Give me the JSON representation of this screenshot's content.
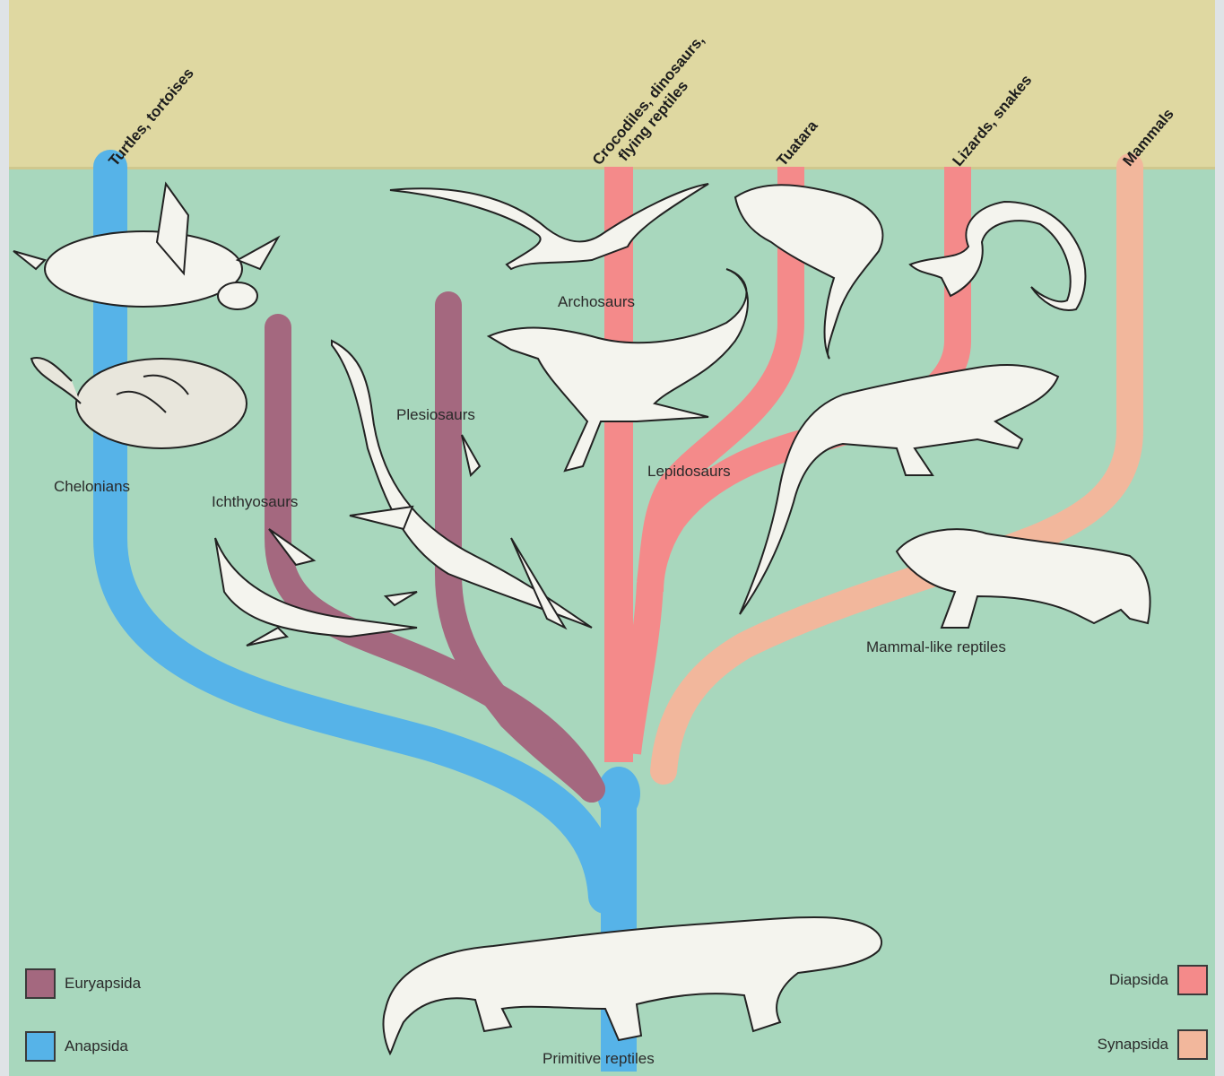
{
  "top_labels": {
    "turtles": "Turtles, tortoises",
    "crocodiles_line1": "Crocodiles, dinosaurs,",
    "crocodiles_line2": "flying reptiles",
    "tuatara": "Tuatara",
    "lizards": "Lizards, snakes",
    "mammals": "Mammals"
  },
  "groups": {
    "chelonians": "Chelonians",
    "ichthyosaurs": "Ichthyosaurs",
    "plesiosaurs": "Plesiosaurs",
    "archosaurs": "Archosaurs",
    "lepidosaurs": "Lepidosaurs",
    "mammal_like": "Mammal-like reptiles",
    "primitive": "Primitive reptiles"
  },
  "legend": {
    "euryapsida": "Euryapsida",
    "anapsida": "Anapsida",
    "diapsida": "Diapsida",
    "synapsida": "Synapsida"
  },
  "colors": {
    "anapsida": "#56b3e8",
    "euryapsida": "#a4687f",
    "diapsida": "#f48a8a",
    "synapsida": "#f2b79c",
    "background": "#a8d7bd",
    "top_band": "#dfd8a1"
  }
}
